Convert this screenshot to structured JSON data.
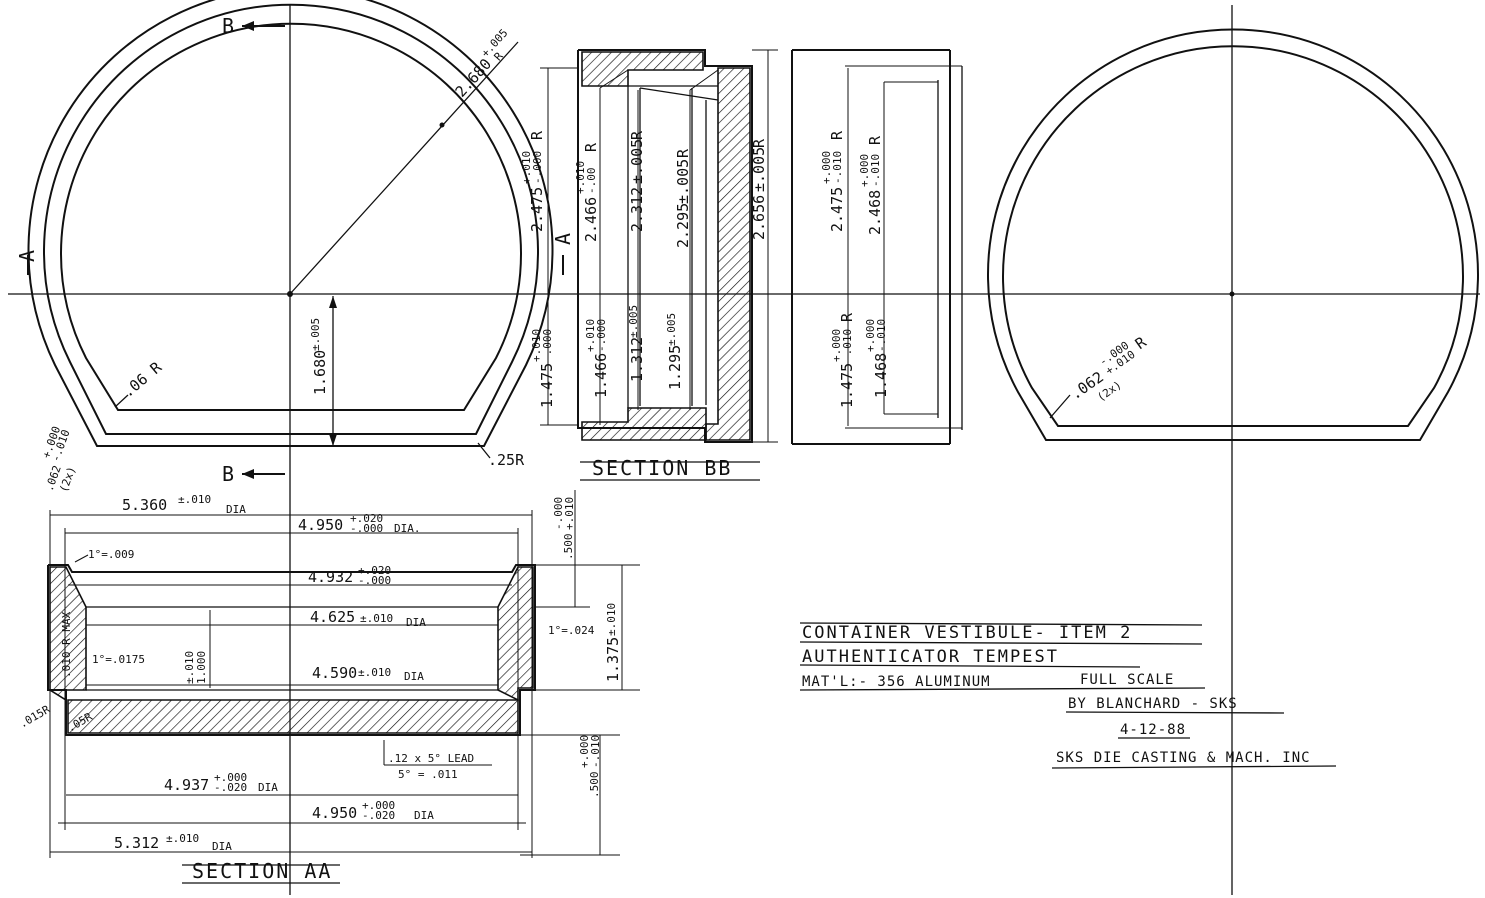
{
  "section_marks": {
    "b_top": "B",
    "b_bottom": "B",
    "a_left": "A",
    "a_mid": "A"
  },
  "front_view": {
    "radius_outer": "2.680",
    "radius_outer_tol": "+.005",
    "radius_outer_suffix": "R",
    "height_lower": "1.680",
    "height_lower_tol": "±.005",
    "corner_inner": ".06 R",
    "corner_outer": ".25R",
    "corner_bl_value": ".062",
    "corner_bl_tol_top": "+.000",
    "corner_bl_tol_bot": "-.010",
    "corner_bl_count": "(2x)"
  },
  "section_bb": {
    "title": "SECTION BB",
    "dims_upper": [
      {
        "value": "2.475",
        "tol_top": "+.010",
        "tol_bot": "-.000",
        "suffix": "R"
      },
      {
        "value": "2.466",
        "tol_top": "+.010",
        "tol_bot": "-.00",
        "suffix": "R"
      },
      {
        "value": "2.312",
        "tol_top": "±.005",
        "tol_bot": "",
        "suffix": "R"
      },
      {
        "value": "2.295",
        "tol_top": "±.005",
        "tol_bot": "",
        "suffix": "R"
      },
      {
        "value": "2.656",
        "tol_top": "±.005",
        "tol_bot": "",
        "suffix": "R"
      }
    ],
    "dims_lower": [
      {
        "value": "1.475",
        "tol_top": "+.010",
        "tol_bot": "-.000"
      },
      {
        "value": "1.466",
        "tol_top": "+.010",
        "tol_bot": "-.000"
      },
      {
        "value": "1.312",
        "tol_top": "±.005",
        "tol_bot": ""
      },
      {
        "value": "1.295",
        "tol_top": "±.005",
        "tol_bot": ""
      }
    ]
  },
  "mating_view": {
    "dims_upper": [
      {
        "value": "2.475",
        "tol_top": "+.000",
        "tol_bot": "-.010",
        "suffix": "R"
      },
      {
        "value": "2.468",
        "tol_top": "+.000",
        "tol_bot": "-.010",
        "suffix": "R"
      }
    ],
    "dims_lower": [
      {
        "value": "1.475",
        "tol_top": "+.000",
        "tol_bot": "-.010",
        "suffix": "R"
      },
      {
        "value": "1.468",
        "tol_top": "+.000",
        "tol_bot": "-.010",
        "suffix": ""
      }
    ]
  },
  "rear_view": {
    "corner_value": ".062",
    "corner_tol_top": "-.000",
    "corner_tol_bot": "+.010",
    "corner_suffix": "R",
    "corner_count": "(2x)"
  },
  "section_aa": {
    "title": "SECTION AA",
    "dia_top_outer": {
      "value": "5.360",
      "tol": "±.010",
      "suffix": "DIA"
    },
    "dia_top_inner": {
      "value": "4.950",
      "tol_top": "+.020",
      "tol_bot": "-.000",
      "suffix": "DIA."
    },
    "dia_4932": {
      "value": "4.932",
      "tol_top": "+.020",
      "tol_bot": "-.000"
    },
    "dia_4625": {
      "value": "4.625",
      "tol": "±.010",
      "suffix": "DIA"
    },
    "dia_4590": {
      "value": "4.590",
      "tol": "±.010",
      "suffix": "DIA"
    },
    "dia_4937": {
      "value": "4.937",
      "tol_top": "+.000",
      "tol_bot": "-.020",
      "suffix": "DIA"
    },
    "dia_4950b": {
      "value": "4.950",
      "tol_top": "+.000",
      "tol_bot": "-.020",
      "suffix": "DIA"
    },
    "dia_5312": {
      "value": "5.312",
      "tol": "±.010",
      "suffix": "DIA"
    },
    "height_1375": {
      "value": "1.375",
      "tol": "±.010"
    },
    "height_1000": {
      "value": "1.000",
      "tol": "±.010"
    },
    "top_500": {
      "value": ".500",
      "tol_top": "-.000",
      "tol_bot": "+.010"
    },
    "bot_500": {
      "value": ".500",
      "tol_top": "+.000",
      "tol_bot": "-.010"
    },
    "draft_009": "1°=.009",
    "draft_0175": "1°=.0175",
    "draft_024": "1°=.024",
    "fillet_010": ".010 R MAX",
    "fillet_015": ".015R",
    "fillet_05": ".05R",
    "lead": ".12 x 5° LEAD",
    "lead_sub": "5° = .011"
  },
  "title_block": {
    "line1": "CONTAINER VESTIBULE- ITEM 2",
    "line2": "AUTHENTICATOR TEMPEST",
    "line3": "MAT'L:- 356 ALUMINUM",
    "scale": "FULL SCALE",
    "by": "BY BLANCHARD - SKS",
    "date": "4-12-88",
    "company": "SKS DIE CASTING & MACH. INC"
  }
}
